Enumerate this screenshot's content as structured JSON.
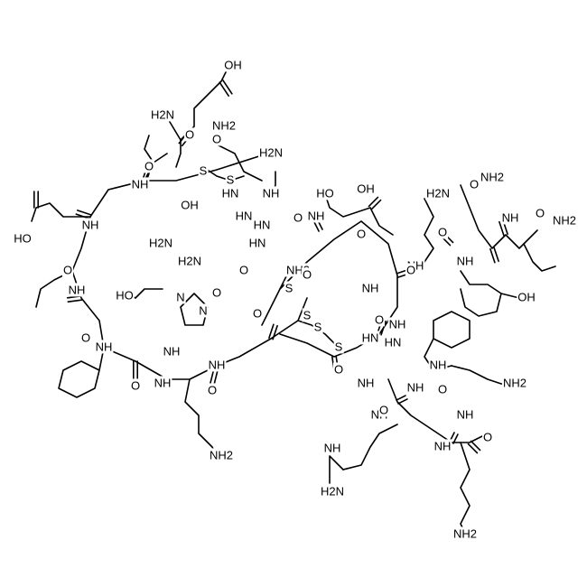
{
  "molecule": {
    "labels": [
      {
        "id": "oh_top",
        "text": "OH"
      },
      {
        "id": "h2n_top",
        "text": "H2N"
      },
      {
        "id": "nh2_gln",
        "text": "NH2"
      },
      {
        "id": "h2n_lys1",
        "text": "H2N"
      },
      {
        "id": "oh_asp",
        "text": "OH"
      },
      {
        "id": "h2n_asn",
        "text": "H2N"
      },
      {
        "id": "h2n_mid",
        "text": "H2N"
      },
      {
        "id": "ho_ser",
        "text": "HO"
      },
      {
        "id": "oh_ser2",
        "text": "OH"
      },
      {
        "id": "ho_ser3",
        "text": "HO"
      },
      {
        "id": "ho_glu",
        "text": "HO"
      },
      {
        "id": "h2n_lys2",
        "text": "H2N"
      },
      {
        "id": "nh2_gln2",
        "text": "NH2"
      },
      {
        "id": "nh2_cterm",
        "text": "NH2"
      },
      {
        "id": "oh_tyr",
        "text": "OH"
      },
      {
        "id": "nh2_lys_bottom",
        "text": "NH2"
      },
      {
        "id": "nh2_arg1",
        "text": "NH2"
      },
      {
        "id": "h2n_arg2",
        "text": "H2N"
      },
      {
        "id": "nh_arg2",
        "text": "NH"
      },
      {
        "id": "nh2_lys_right",
        "text": "NH2"
      },
      {
        "id": "h2n_lys_left",
        "text": "NH2"
      }
    ],
    "heteroatoms": {
      "N_label": "N",
      "NH_label": "NH",
      "HN_label": "HN",
      "H_label": "H",
      "O_label": "O",
      "S_label": "S",
      "OH_label": "OH"
    }
  }
}
